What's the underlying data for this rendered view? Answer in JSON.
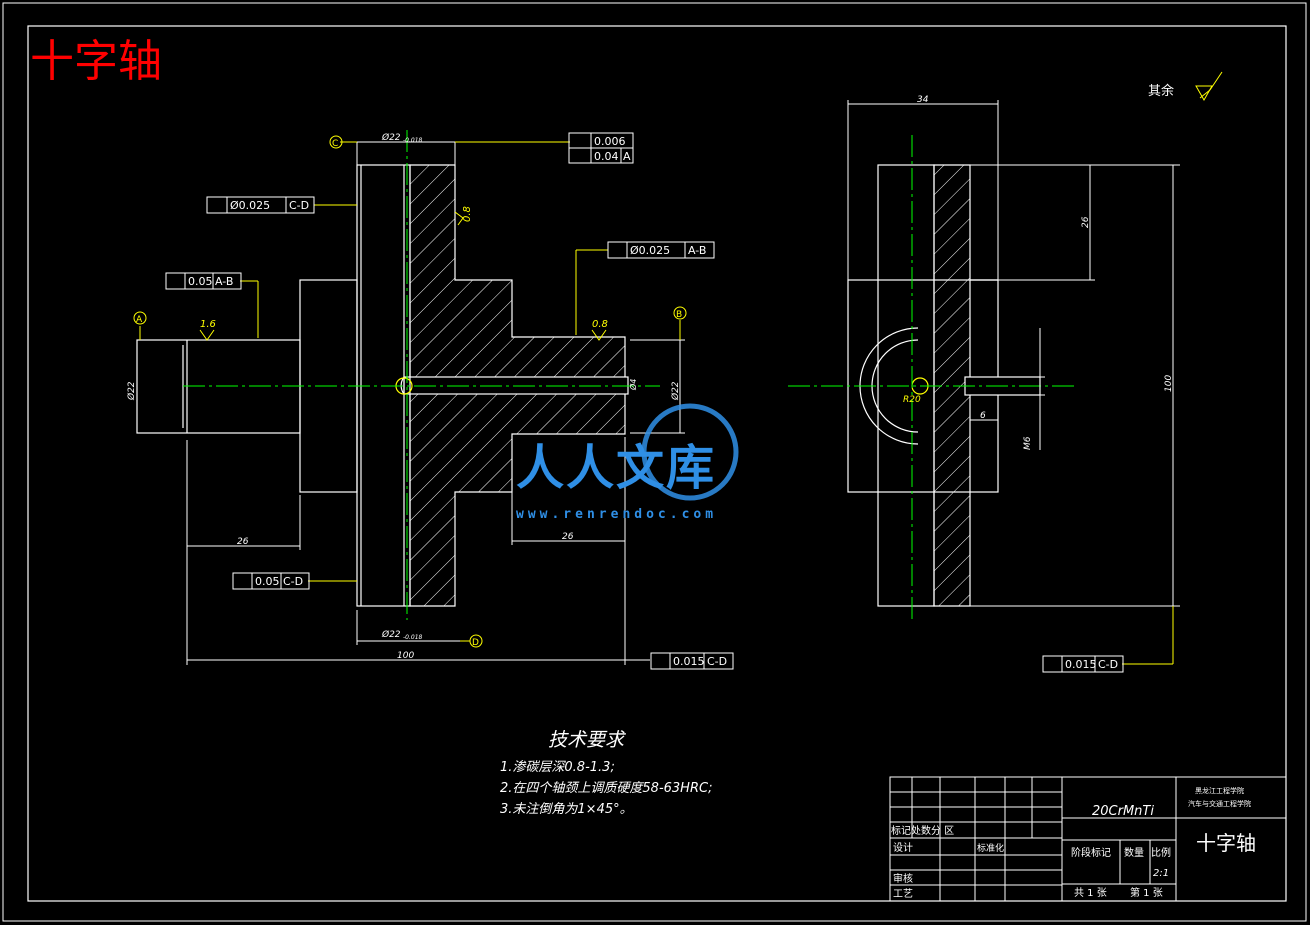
{
  "title": "十字轴",
  "roughness_other": "其余",
  "datums": {
    "a": "A",
    "b": "B",
    "c": "C",
    "d": "D"
  },
  "tolerances": {
    "flatness": "0.006",
    "perp": "0.04",
    "perp_ref": "A",
    "conc_left": "Ø0.025",
    "conc_left_ref": "C-D",
    "conc_right": "Ø0.025",
    "conc_right_ref": "A-B",
    "runout_top": "0.05",
    "runout_top_ref": "A-B",
    "runout_bottom": "0.05",
    "runout_bottom_ref": "C-D",
    "sym_bottom": "0.015",
    "sym_bottom_ref": "C-D",
    "sym_right": "0.015",
    "sym_right_ref": "C-D"
  },
  "roughness": {
    "r1": "0.8",
    "r2": "1.6",
    "r3": "0.8"
  },
  "dims": {
    "top_diam": "Ø22",
    "top_diam_tol": "-0.018",
    "bottom_diam": "Ø22",
    "bottom_diam_tol": "-0.018",
    "left_diam": "Ø22",
    "right_diam": "Ø22",
    "left_len": "26",
    "right_len": "26",
    "total_len": "100",
    "small_hole": "Ø4",
    "side_width": "34",
    "side_height": "26",
    "side_total": "100",
    "side_m": "M6",
    "side_r": "R20",
    "side_6": "6"
  },
  "tech": {
    "heading": "技术要求",
    "items": [
      "1.渗碳层深0.8-1.3;",
      "2.在四个轴颈上调质硬度58-63HRC;",
      "3.未注倒角为1×45°。"
    ]
  },
  "titleblock": {
    "material": "20CrMnTi",
    "school": "黑龙江工程学院",
    "dept": "汽车与交通工程学院",
    "name": "十字轴",
    "row_marks": "标记处数分  区",
    "design": "设计",
    "standard": "标准化",
    "check": "审核",
    "process": "工艺",
    "stage": "阶段标记",
    "weight": "数量",
    "scale_label": "比例",
    "scale": "2:1",
    "sheets": "共 1 张",
    "sheet_no": "第 1 张"
  },
  "watermark": {
    "brand": "人人文库",
    "url": "www.renrendoc.com"
  }
}
